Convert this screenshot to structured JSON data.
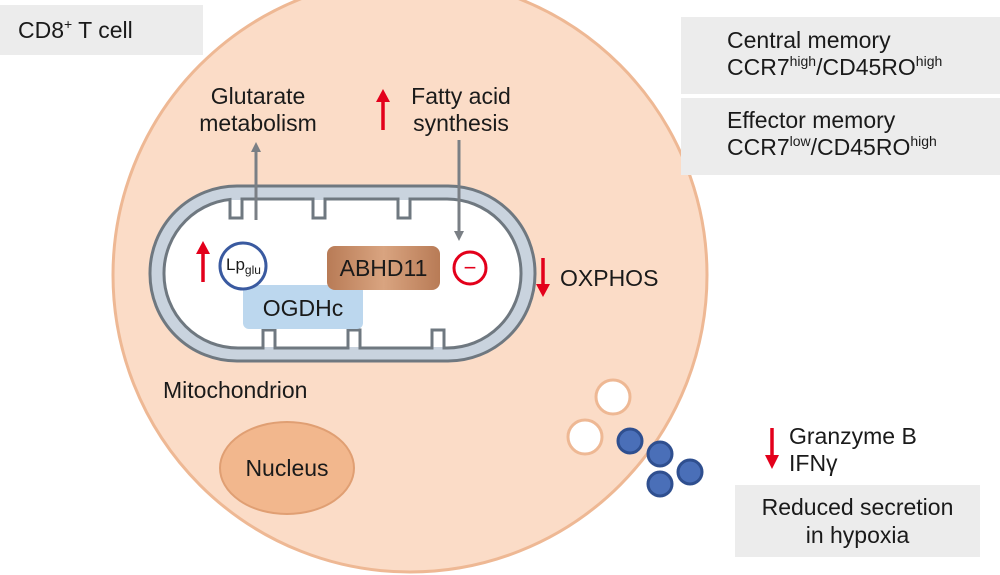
{
  "cell": {
    "title_main": "CD8",
    "title_sup": "+",
    "title_rest": " T cell"
  },
  "metabolism": {
    "glutarate_line1": "Glutarate",
    "glutarate_line2": "metabolism",
    "fatty_line1": "Fatty acid",
    "fatty_line2": "synthesis",
    "oxphos": "OXPHOS"
  },
  "mitochondrion": {
    "label": "Mitochondrion",
    "lp_main": "Lp",
    "lp_sub": "glu",
    "ogdhc": "OGDHc",
    "abhd11": "ABHD11",
    "inhibit_symbol": "−"
  },
  "nucleus": {
    "label": "Nucleus"
  },
  "memory": {
    "central_title": "Central memory",
    "central_marker_a": "CCR7",
    "central_marker_a_sup": "high",
    "central_marker_b": "/CD45RO",
    "central_marker_b_sup": "high",
    "effector_title": "Effector memory",
    "effector_marker_a": "CCR7",
    "effector_marker_a_sup": "low",
    "effector_marker_b": "/CD45RO",
    "effector_marker_b_sup": "high"
  },
  "secretion": {
    "granzyme": "Granzyme B",
    "ifn": "IFNγ",
    "note_line1": "Reduced secretion",
    "note_line2": "in hypoxia"
  },
  "colors": {
    "cell_fill": "#fbdcc7",
    "cell_stroke": "#eeb894",
    "arrow_red": "#e3001b",
    "arrow_gray": "#7a7f85",
    "granule_blue": "#4a6fb8",
    "box_gray": "#ececec"
  }
}
